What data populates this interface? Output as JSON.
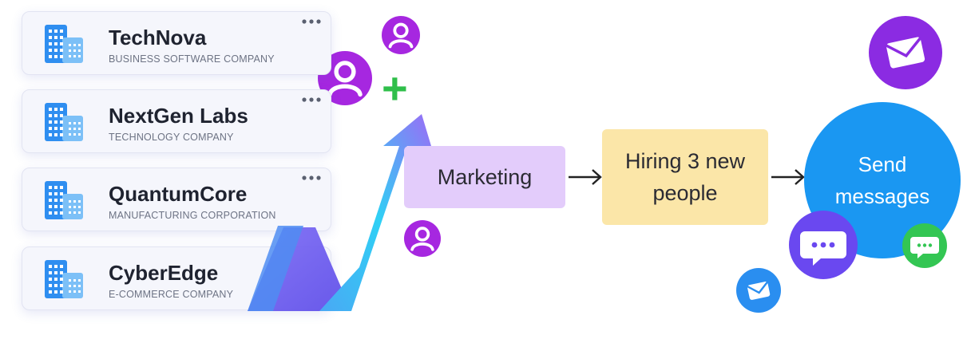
{
  "companies": [
    {
      "name": "TechNova",
      "type": "BUSINESS SOFTWARE COMPANY"
    },
    {
      "name": "NextGen Labs",
      "type": "TECHNOLOGY COMPANY"
    },
    {
      "name": "QuantumCore",
      "type": "MANUFACTURING CORPORATION"
    },
    {
      "name": "CyberEdge",
      "type": "E-COMMERCE COMPANY"
    }
  ],
  "flow": {
    "marketing_label": "Marketing",
    "hiring_label": "Hiring 3 new people",
    "send_label": "Send messages"
  },
  "icons": {
    "company": "building-icon",
    "menu": "more-dots-icon",
    "person": "user-avatar-icon",
    "add": "plus-icon",
    "growth": "growth-arrow-icon",
    "email": "mail-icon",
    "chat": "chat-bubble-icon"
  },
  "colors": {
    "building_blue": "#2f8ef0",
    "arrow_start": "#6b5cf0",
    "arrow_end": "#2fd0f5",
    "avatar_purple": "#a627e0",
    "plus_green": "#2fbf4a",
    "marketing_bg": "#e3ccfb",
    "hiring_bg": "#fbe6a8",
    "send_circle": "#1a97f2",
    "mail_purple": "#8b2be2",
    "chat_violet": "#6a48f0",
    "chat_green": "#33c653",
    "mail_blue": "#2a8ef0"
  }
}
